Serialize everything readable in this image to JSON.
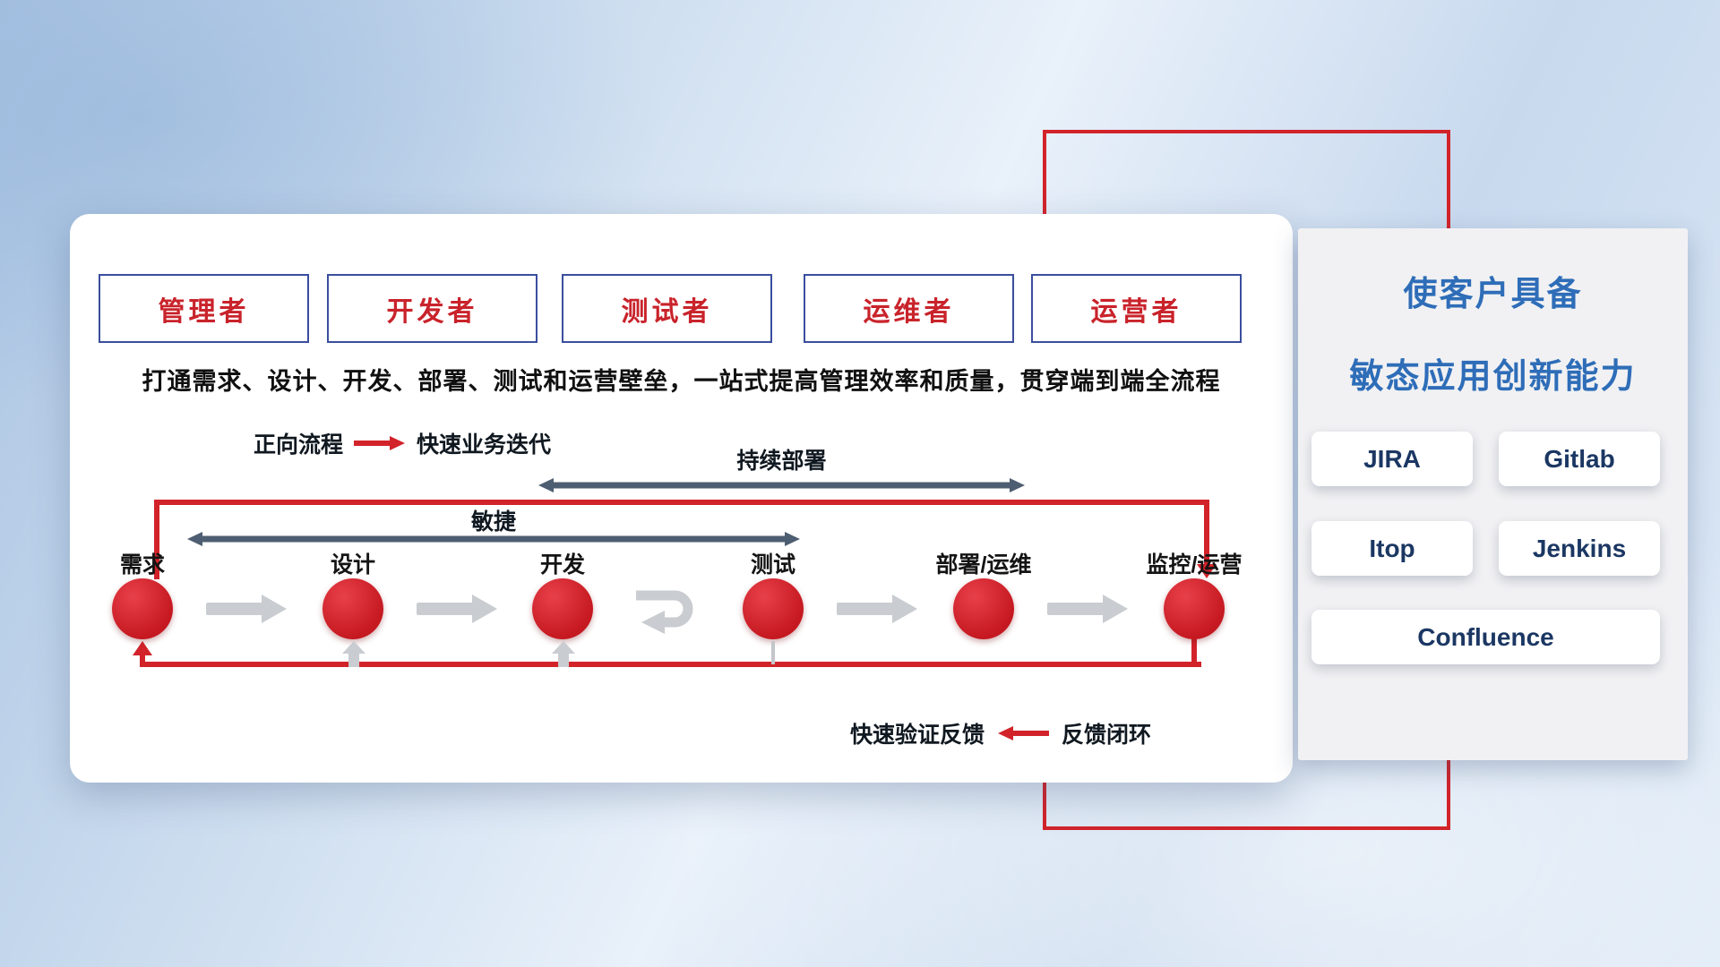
{
  "main": {
    "roles": [
      "管理者",
      "开发者",
      "测试者",
      "运维者",
      "运营者"
    ],
    "description": "打通需求、设计、开发、部署、测试和运营壁垒，一站式提高管理效率和质量，贯穿端到端全流程",
    "forward_legend_label": "正向流程",
    "forward_legend_value": "快速业务迭代",
    "deploy_arrow_label": "持续部署",
    "agile_arrow_label": "敏捷",
    "stages": [
      "需求",
      "设计",
      "开发",
      "测试",
      "部署/运维",
      "监控/运营"
    ],
    "feedback_value": "快速验证反馈",
    "feedback_label": "反馈闭环"
  },
  "side": {
    "title_line1": "使客户具备",
    "title_line2": "敏态应用创新能力",
    "tools": [
      "JIRA",
      "Gitlab",
      "Itop",
      "Jenkins",
      "Confluence"
    ]
  },
  "colors": {
    "accent_red": "#d2232a",
    "box_border_navy": "#3a4e9e",
    "title_blue": "#2e6db8",
    "dark_arrow": "#4e5e72",
    "flow_gray": "#c9ccd0"
  }
}
